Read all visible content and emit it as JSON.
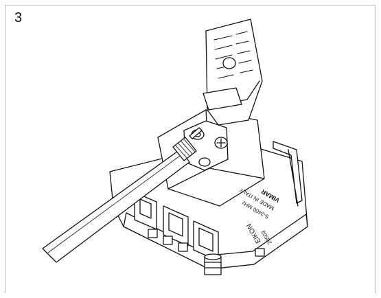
{
  "step_number": "3",
  "device_labels": {
    "brand": "VIMAR",
    "made_in": "MADE IN ITALY",
    "frequency": "5-2400 MHz",
    "series": "EIKON",
    "model": "20503"
  },
  "colors": {
    "line": "#111111",
    "fill": "#ffffff",
    "frame": "#bdbdbd"
  }
}
